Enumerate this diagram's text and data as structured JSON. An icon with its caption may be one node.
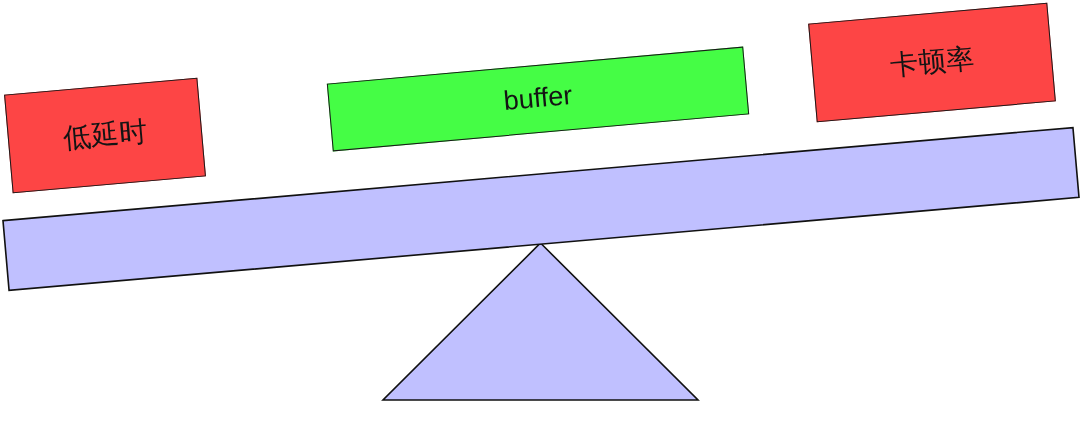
{
  "diagram": {
    "nodes": [
      {
        "text": [
          "低延时"
        ]
      },
      {
        "text": [
          "buffer"
        ]
      },
      {
        "text": [
          "卡顿率"
        ]
      },
      {
        "text": [],
        "shape": "bar"
      },
      {
        "text": [],
        "shape": "triangle"
      }
    ]
  }
}
